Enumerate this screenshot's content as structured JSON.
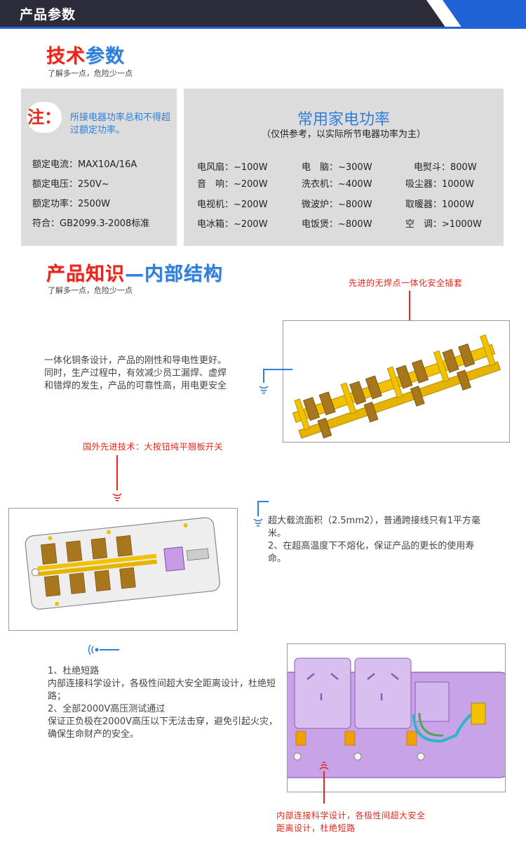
{
  "header": {
    "title": "产品参数"
  },
  "tech_section": {
    "title_red": "技术",
    "title_blue": "参数",
    "subtitle": "了解多一点，危险少一点"
  },
  "note": {
    "badge": "注：",
    "text": "所接电器功率总和不得超过额定功率。"
  },
  "specs": [
    "额定电流：MAX10A/16A",
    "额定电压：250V~",
    "额定功率：2500W",
    "符合：GB2099.3-2008标准"
  ],
  "appliances": {
    "title": "常用家电功率",
    "subtitle": "（仅供参考，以实际所节电器功率为主）",
    "rows": [
      [
        "电风扇：~100W",
        "电　脑：~300W",
        "电熨斗：800W"
      ],
      [
        "音　响：~200W",
        "洗衣机：~400W",
        "吸尘器：1000W"
      ],
      [
        "电视机：~200W",
        "微波炉：~800W",
        "取暖器：1000W"
      ],
      [
        "电冰箱：~200W",
        "电饭煲：~800W",
        "空　调：>1000W"
      ]
    ]
  },
  "knowledge_section": {
    "title_red": "产品知识",
    "title_blue": "—内部结构",
    "subtitle": "了解多一点，危险少一点"
  },
  "annotations": {
    "socket_label": "先进的无焊点一体化安全插套",
    "copper_text": "一体化铜条设计，产品的刚性和导电性更好。同时，生产过程中，有效减少员工漏焊、虚焊和错焊的发生，产品的可靠性高，用电更安全",
    "switch_label": "国外先进技术：大按钮纯平翘板开关",
    "wire_text_1": "超大载流面积（2.5mm2），普通跨接线只有1平方毫米。",
    "wire_text_2": "2、在超高温度下不熔化，保证产品的更长的使用寿命。",
    "short_title": "1、杜绝短路",
    "short_text": "内部连接科学设计，各极性间超大安全距离设计，杜绝短路；",
    "hv_title": "2、全部2000V高压测试通过",
    "hv_text": "保证正负极在2000V高压以下无法击穿，避免引起火灾，确保生命财产的安全。",
    "bottom_label_1": "内部连接科学设计，各极性间超大安全",
    "bottom_label_2": "距离设计，杜绝短路"
  },
  "colors": {
    "accent_red": "#e8251c",
    "accent_blue": "#2f7ed8",
    "header_dark": "#2c2b3a",
    "header_stripe": "#1f63d6",
    "panel_gray": "#dcdcdc",
    "copper_yellow": "#f2c200",
    "housing_purple": "#c9a3e8"
  },
  "icons": [
    "wave-down-icon",
    "wave-right-icon"
  ]
}
